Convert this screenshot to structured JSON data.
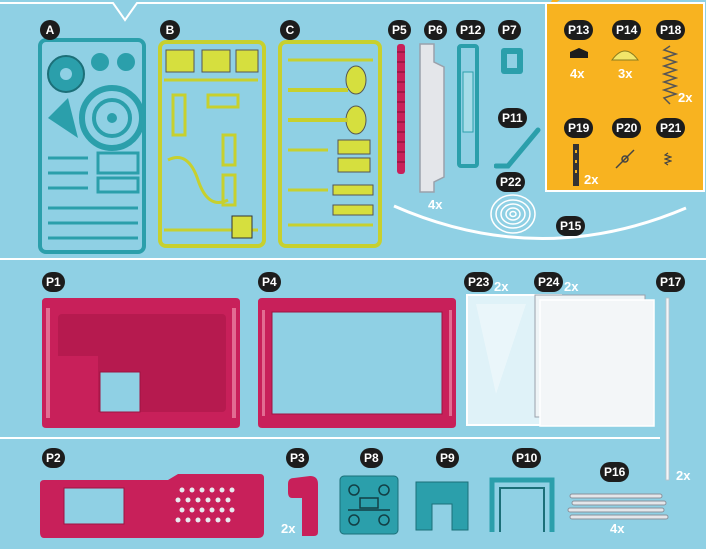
{
  "colors": {
    "background": "#8fd0e4",
    "teal": "#2b9fab",
    "yellow": "#d6df3e",
    "magenta": "#c8205a",
    "orange": "#f8b320",
    "divider": "#ffffff"
  },
  "sprues": {
    "a": "A",
    "b": "B",
    "c": "C"
  },
  "parts": {
    "p5": "P5",
    "p6": "P6",
    "p12": "P12",
    "p7": "P7",
    "p13": "P13",
    "p14": "P14",
    "p18": "P18",
    "p19": "P19",
    "p20": "P20",
    "p21": "P21",
    "p11": "P11",
    "p22": "P22",
    "p15": "P15",
    "p1": "P1",
    "p4": "P4",
    "p23": "P23",
    "p24": "P24",
    "p17": "P17",
    "p2": "P2",
    "p3": "P3",
    "p8": "P8",
    "p9": "P9",
    "p10": "P10",
    "p16": "P16"
  },
  "quantities": {
    "p6": "4x",
    "p13": "4x",
    "p14": "3x",
    "p18": "2x",
    "p19": "2x",
    "p23": "2x",
    "p24": "2x",
    "p17": "2x",
    "p3": "2x",
    "p16": "4x"
  }
}
